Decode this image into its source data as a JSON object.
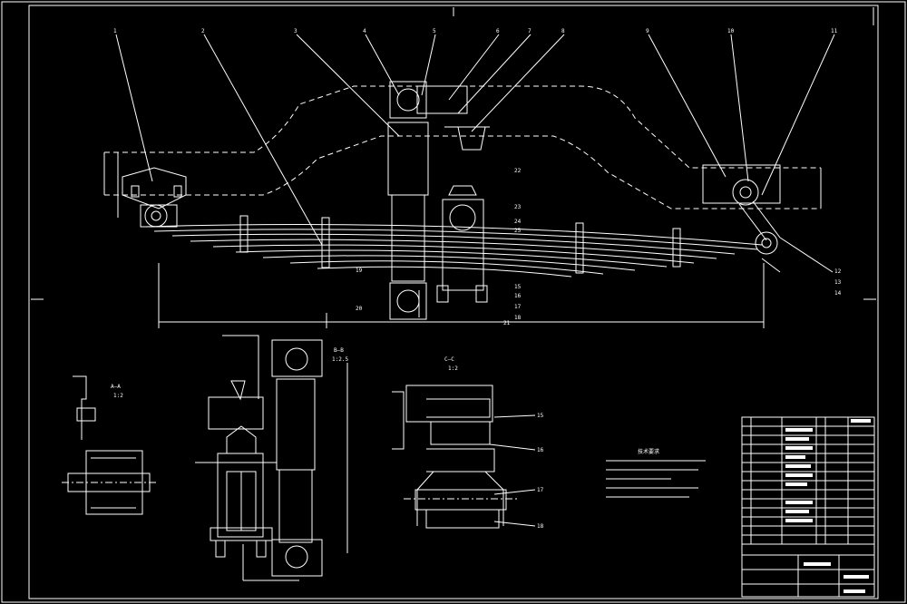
{
  "colors": {
    "background": "#000000",
    "line": "#ffffff"
  },
  "balloon_labels_top": [
    "1",
    "2",
    "3",
    "4",
    "5",
    "6",
    "7",
    "8",
    "9",
    "10",
    "11"
  ],
  "balloon_labels_right": [
    "12",
    "13",
    "14"
  ],
  "balloon_labels_center": [
    "22",
    "23",
    "24",
    "25"
  ],
  "balloon_labels_lower": [
    "15",
    "16",
    "17",
    "18",
    "19",
    "20",
    "21"
  ],
  "section_labels": {
    "a_a": "A—A",
    "b_b": "B—B",
    "c_c": "C—C",
    "scale_1": "1:2",
    "scale_2": "1:2.5",
    "scale_3": "1:2"
  },
  "detail_labels": [
    "15",
    "16",
    "17",
    "18"
  ],
  "notes_title": "技术要求"
}
